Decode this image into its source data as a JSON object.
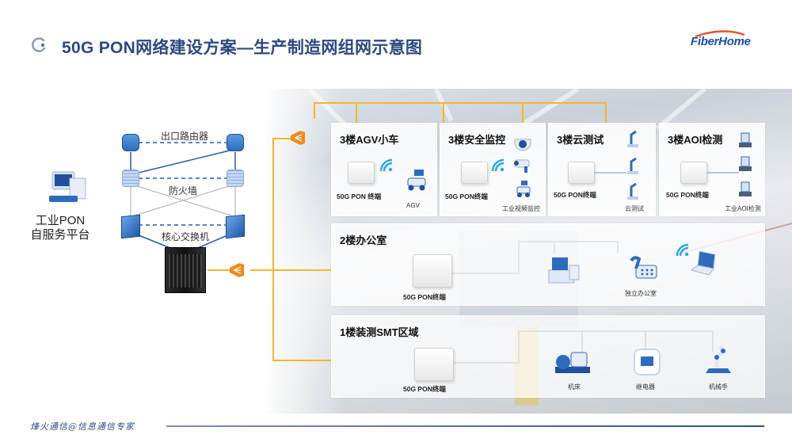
{
  "header": {
    "title": "50G PON网络建设方案—生产制造网组网示意图",
    "title_icon": "ring-logo-icon",
    "logo_text": "FiberHome"
  },
  "network": {
    "platform_label_line1": "工业PON",
    "platform_label_line2": "自服务平台",
    "router_label": "出口路由器",
    "firewall_label": "防火墙",
    "core_switch_label": "核心交换机",
    "icons": [
      "computer-icon",
      "router-icon",
      "firewall-icon",
      "core-switch-icon",
      "olt-chassis-icon",
      "splitter-icon"
    ]
  },
  "panels": {
    "agv": {
      "title": "3楼AGV小车",
      "onu_label": "50G PON 终端",
      "device_label": "AGV"
    },
    "security": {
      "title": "3楼安全监控",
      "onu_label": "50G PON终端",
      "device_label": "工业视频监控"
    },
    "cloud_test": {
      "title": "3楼云测试",
      "onu_label": "50G PON终端",
      "device_label": "云测试"
    },
    "aoi": {
      "title": "3楼AOI检测",
      "onu_label": "50G PON终端",
      "device_label": "工业AOI检测"
    },
    "office": {
      "title": "2楼办公室",
      "onu_label": "50G PON终端",
      "device_label": "独立办公室"
    },
    "smt": {
      "title": "1楼装测SMT区域",
      "onu_label": "50G PON终端",
      "devices": [
        "机床",
        "继电器",
        "机械手"
      ]
    }
  },
  "footer": {
    "slogan": "烽火通信@信息通信专家"
  },
  "colors": {
    "title": "#2b4a80",
    "fiber": "#f2b82a",
    "splitter": "#f08a1c",
    "device_blue": "#2c6cbf",
    "wifi": "#2aa8e8"
  }
}
